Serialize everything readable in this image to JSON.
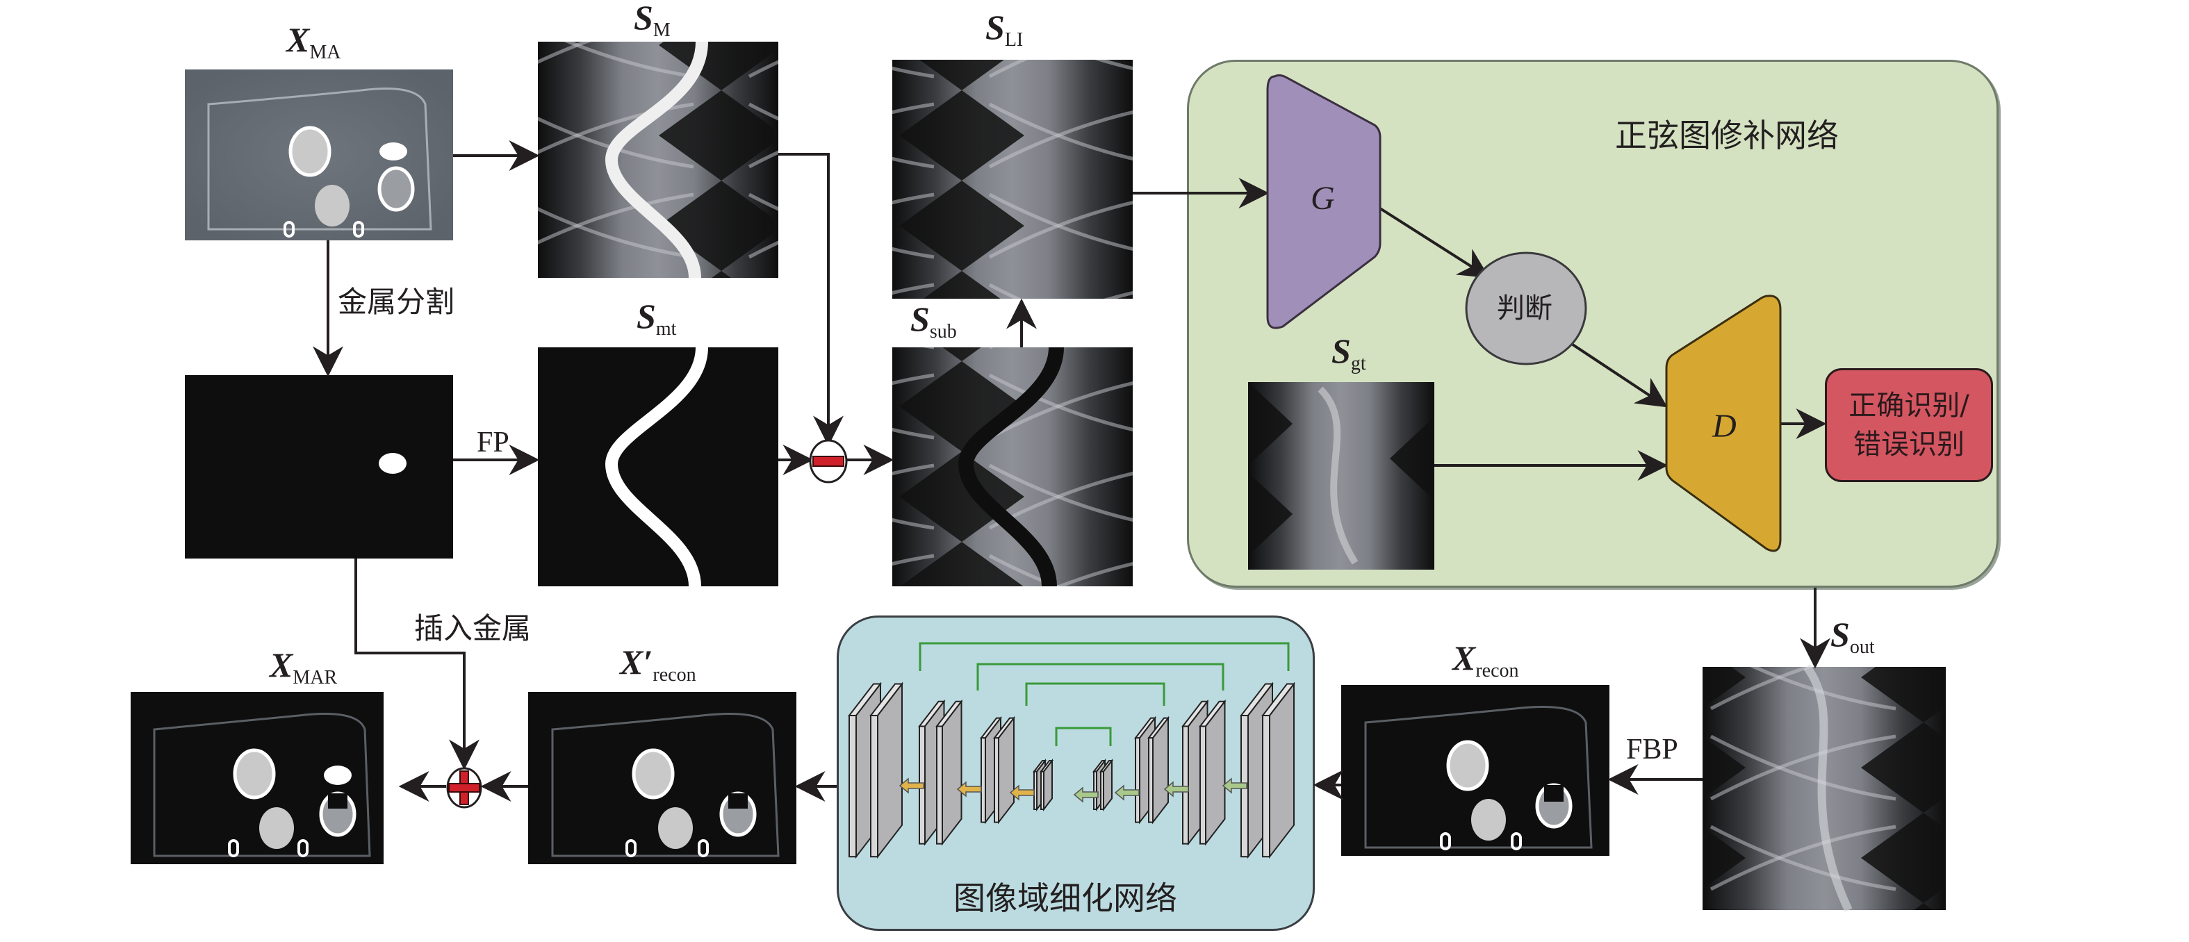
{
  "labels": {
    "x_ma": {
      "main": "X",
      "sub": "MA"
    },
    "s_m": {
      "main": "S",
      "sub": "M"
    },
    "s_li": {
      "main": "S",
      "sub": "LI"
    },
    "s_mt": {
      "main": "S",
      "sub": "mt"
    },
    "s_sub": {
      "main": "S",
      "sub": "sub"
    },
    "s_gt": {
      "main": "S",
      "sub": "gt"
    },
    "s_out": {
      "main": "S",
      "sub": "out"
    },
    "x_mar": {
      "main": "X",
      "sub": "MAR"
    },
    "x_recon_prime": {
      "main": "X′",
      "sub": "recon"
    },
    "x_recon": {
      "main": "X",
      "sub": "recon"
    }
  },
  "steps": {
    "metal_segmentation": "金属分割",
    "forward_projection": "FP",
    "insert_metal": "插入金属",
    "fbp": "FBP"
  },
  "sinogram_network": {
    "title": "正弦图修补网络",
    "generator": "G",
    "judge": "判断",
    "discriminator": "D",
    "output_line1": "正确识别/",
    "output_line2": "错误识别"
  },
  "image_network": {
    "title": "图像域细化网络"
  },
  "operators": {
    "subtract": "minus",
    "add": "plus"
  },
  "colors": {
    "green_box": "#d5e2c2",
    "blue_box": "#bcdbe0",
    "generator": "#a08fb8",
    "discriminator": "#d6a832",
    "judge": "#b7b6b9",
    "output_box": "#d45661",
    "operator_red": "#d0202a",
    "skip_line": "#3a9a3a",
    "arrow_down": "#e0b44a",
    "arrow_up": "#a9c98a"
  }
}
